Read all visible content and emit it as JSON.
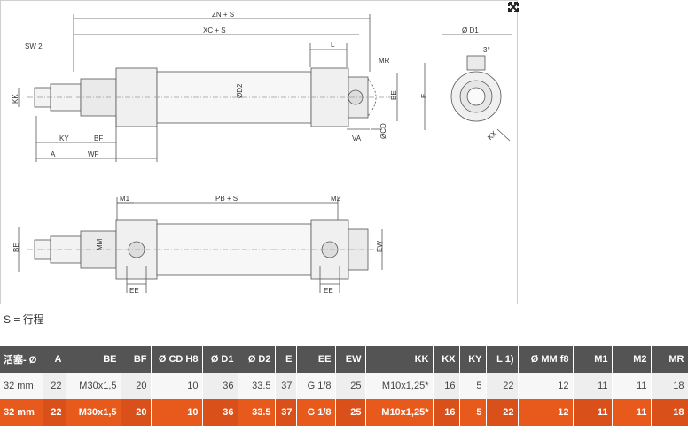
{
  "drawing": {
    "dims": {
      "zn": "ZN + S",
      "xc": "XC + S",
      "sw2": "SW 2",
      "l": "L",
      "mr": "MR",
      "kk": "KK",
      "ky": "KY",
      "bf": "BF",
      "a": "A",
      "wf": "WF",
      "d2": "ØD2",
      "be": "BE",
      "va": "VA",
      "cd": "ØCD",
      "d1": "Ø D1",
      "deg": "3°",
      "e": "E",
      "kx": "KX",
      "m1": "M1",
      "pb": "PB + S",
      "m2": "M2",
      "mm": "MM",
      "ew": "EW",
      "ee": "EE",
      "be2": "BE"
    }
  },
  "caption": "S = 行程",
  "table": {
    "headers": [
      "活塞- Ø",
      "A",
      "BE",
      "BF",
      "Ø CD H8",
      "Ø D1",
      "Ø D2",
      "E",
      "EE",
      "EW",
      "KK",
      "KX",
      "KY",
      "L 1)",
      "Ø MM f8",
      "M1",
      "M2",
      "MR"
    ],
    "rows": [
      [
        "32 mm",
        "22",
        "M30x1,5",
        "20",
        "10",
        "36",
        "33.5",
        "37",
        "G 1/8",
        "25",
        "M10x1,25*",
        "16",
        "5",
        "22",
        "12",
        "11",
        "11",
        "18"
      ],
      [
        "32 mm",
        "22",
        "M30x1,5",
        "20",
        "10",
        "36",
        "33.5",
        "37",
        "G 1/8",
        "25",
        "M10x1,25*",
        "16",
        "5",
        "22",
        "12",
        "11",
        "11",
        "18"
      ]
    ]
  }
}
